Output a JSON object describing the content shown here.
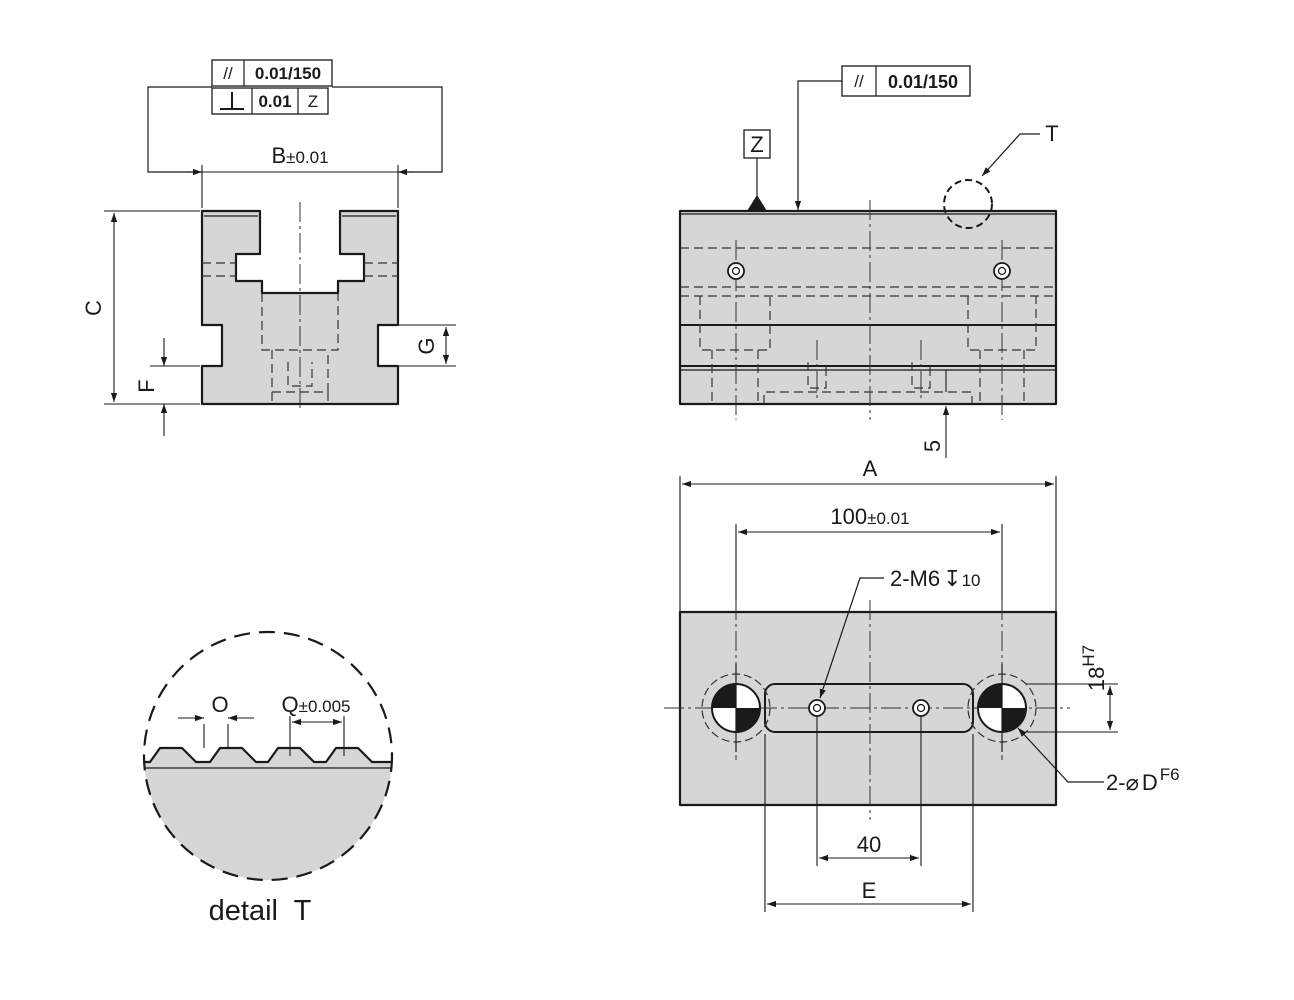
{
  "front_view": {
    "tolerance_parallel": "0.01/150",
    "tolerance_perp_value": "0.01",
    "tolerance_perp_datum": "Z",
    "dim_width_label": "B",
    "dim_width_tol": "±0.01",
    "dim_height_label": "C",
    "dim_f_label": "F",
    "dim_g_label": "G"
  },
  "side_view": {
    "datum_label": "Z",
    "tolerance_parallel": "0.01/150",
    "detail_ref": "T",
    "dim_depth": "5"
  },
  "top_view": {
    "dim_length_label": "A",
    "dim_hole_spacing": "100",
    "dim_hole_spacing_tol": "±0.01",
    "thread_callout": "2-M6",
    "thread_depth": "10",
    "dim_slot_spacing": "40",
    "dim_slot_length_label": "E",
    "dim_pin_size": "18",
    "dim_pin_fit": "H7",
    "pin_callout_prefix": "2-",
    "pin_callout_label": "D",
    "pin_callout_fit": "F6"
  },
  "detail": {
    "dim_o_label": "O",
    "dim_q_label": "Q",
    "dim_q_tol": "±0.005",
    "title": "detail  T"
  },
  "symbols": {
    "parallel": "//",
    "diameter": "⌀",
    "depth": "↧"
  }
}
